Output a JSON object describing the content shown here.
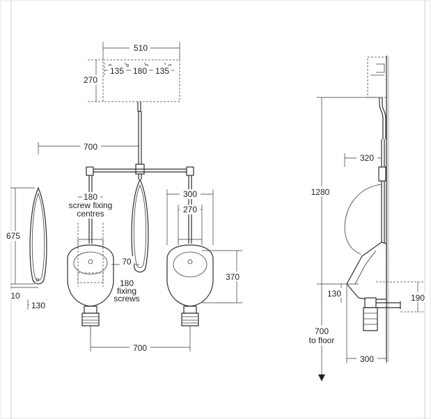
{
  "colors": {
    "line": "#2b2b2b",
    "background": "#ffffff",
    "shade": "#d9d9d9"
  },
  "front_view": {
    "cistern_width": "510",
    "cistern_height": "270",
    "cistern_spacing_left": "135",
    "cistern_spacing_mid": "180",
    "cistern_spacing_right": "135",
    "pipe_offset": "700",
    "screw_centres_value": "180",
    "screw_centres_line1": "screw fixing",
    "screw_centres_line2": "centres",
    "bowl_width_outer": "300",
    "bowl_width_inner": "270",
    "side_height": "675",
    "side_bottom": "10",
    "side_width": "130",
    "spreader_gap": "70",
    "bowl_height": "370",
    "fixing_value": "180",
    "fixing_line1": "fixing",
    "fixing_line2": "screws",
    "bowl_spacing": "700"
  },
  "side_view": {
    "cistern_height": "1280",
    "projection": "320",
    "lip_height": "130",
    "outlet_height": "190",
    "floor_value": "700",
    "floor_text": "to floor",
    "depth": "300"
  }
}
